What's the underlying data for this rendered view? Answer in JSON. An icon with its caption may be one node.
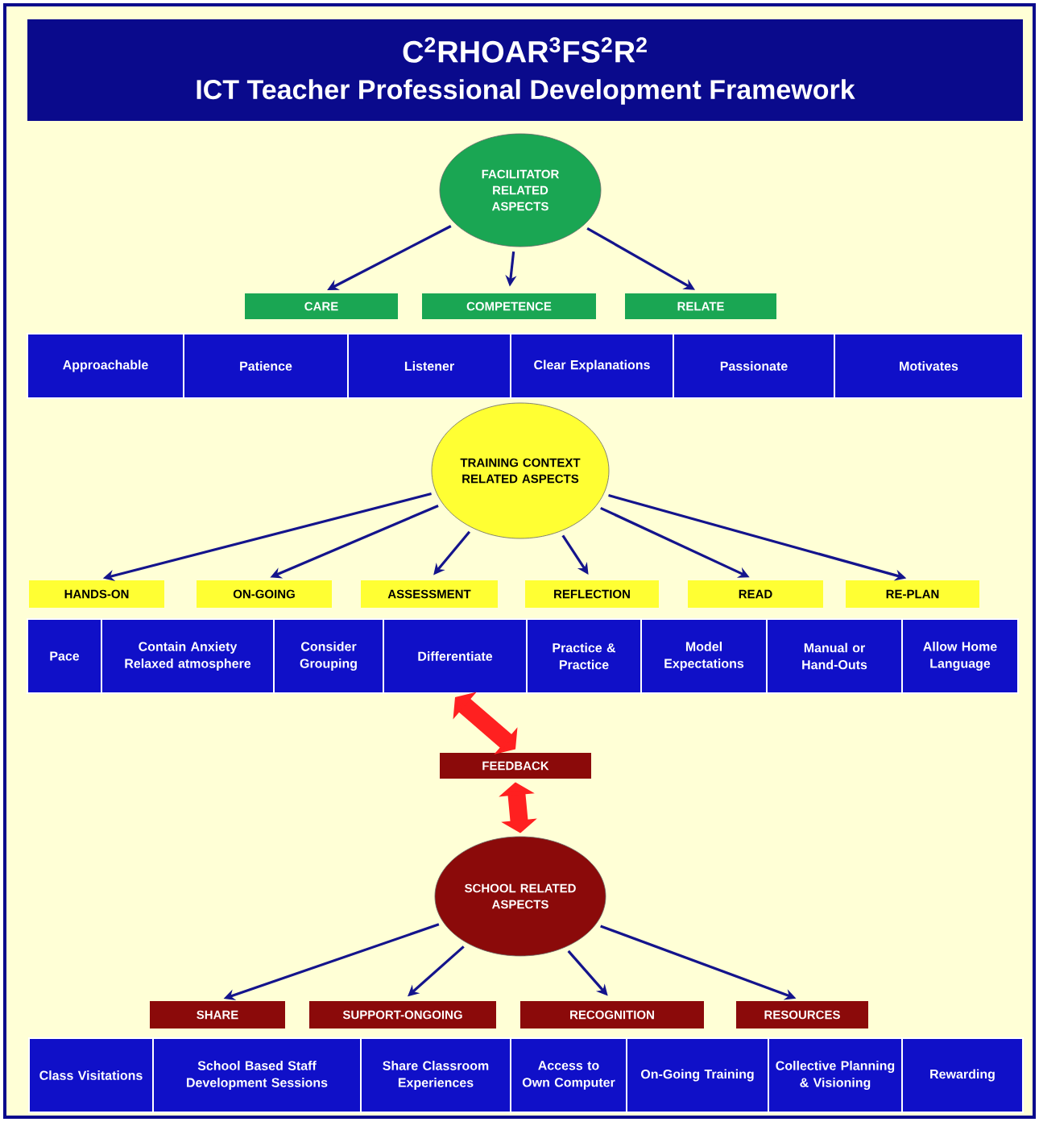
{
  "diagram": {
    "title": "C$^{2}$RHOAR$^{3}$FS$^{2}$R$^{2}$",
    "nodes": [
      {
        "text": [
          "FACILITATOR RELATED ASPECTS"
        ]
      },
      {
        "text": [
          "CARE"
        ]
      },
      {
        "text": [
          "COMPETENCE"
        ]
      },
      {
        "text": [
          "RELATE"
        ]
      },
      {
        "text": [
          "Approachable"
        ]
      },
      {
        "text": [
          "Patience"
        ]
      },
      {
        "text": [
          "Listener"
        ]
      },
      {
        "text": [
          "Clear Explanations"
        ]
      },
      {
        "text": [
          "Passionate"
        ]
      },
      {
        "text": [
          "Motivates"
        ]
      },
      {
        "text": [
          "TRAINING CONTEXT RELATED ASPECTS"
        ]
      },
      {
        "text": [
          "HANDS-ON"
        ]
      },
      {
        "text": [
          "ON-GOING"
        ]
      },
      {
        "text": [
          "ASSESSMENT"
        ]
      },
      {
        "text": [
          "REFLECTION"
        ]
      },
      {
        "text": [
          "READ"
        ]
      },
      {
        "text": [
          "RE-PLAN"
        ]
      },
      {
        "text": [
          "Pace"
        ]
      },
      {
        "text": [
          "Contain Anxiety Relaxed atmosphere"
        ]
      },
      {
        "text": [
          "Consider Grouping"
        ]
      },
      {
        "text": [
          "Differentiate"
        ]
      },
      {
        "text": [
          "Practice & Practice"
        ]
      },
      {
        "text": [
          "Model Expectations"
        ]
      },
      {
        "text": [
          "Manual or Hand-Outs"
        ]
      },
      {
        "text": [
          "Allow Home Language"
        ]
      },
      {
        "text": [
          "FEEDBACK"
        ]
      },
      {
        "text": [
          "SCHOOL RELATED ASPECTS"
        ]
      },
      {
        "text": [
          "SHARE"
        ]
      },
      {
        "text": [
          "SUPPORT-ONGOING"
        ]
      },
      {
        "text": [
          "RECOGNITION"
        ]
      },
      {
        "text": [
          "RESOURCES"
        ]
      },
      {
        "text": [
          "Class Visitations"
        ]
      },
      {
        "text": [
          "School Based Staff Development Sessions"
        ]
      },
      {
        "text": [
          "Share Classroom Experiences"
        ]
      },
      {
        "text": [
          "Access to Own Computer"
        ]
      },
      {
        "text": [
          "On-Going Training"
        ]
      },
      {
        "text": [
          "Collective Planning & Visioning"
        ]
      },
      {
        "text": [
          "Rewarding"
        ]
      }
    ],
    "edges": [
      {
        "from": 0,
        "to": 1,
        "arrow": "to"
      },
      {
        "from": 0,
        "to": 2,
        "arrow": "to"
      },
      {
        "from": 0,
        "to": 3,
        "arrow": "to"
      },
      {
        "from": 10,
        "to": 11,
        "arrow": "to"
      },
      {
        "from": 10,
        "to": 12,
        "arrow": "to"
      },
      {
        "from": 10,
        "to": 13,
        "arrow": "to"
      },
      {
        "from": 10,
        "to": 14,
        "arrow": "to"
      },
      {
        "from": 10,
        "to": 15,
        "arrow": "to"
      },
      {
        "from": 10,
        "to": 16,
        "arrow": "to"
      },
      {
        "from": 20,
        "to": 25,
        "arrow": "both",
        "style": "thick",
        "color": "#ff2020"
      },
      {
        "from": 25,
        "to": 26,
        "arrow": "both",
        "style": "thick",
        "color": "#ff2020"
      },
      {
        "from": 26,
        "to": 27,
        "arrow": "to"
      },
      {
        "from": 26,
        "to": 28,
        "arrow": "to"
      },
      {
        "from": 26,
        "to": 29,
        "arrow": "to"
      },
      {
        "from": 26,
        "to": 30,
        "arrow": "to"
      }
    ],
    "labels": [
      "ICT Teacher Professional Development Framework"
    ]
  }
}
